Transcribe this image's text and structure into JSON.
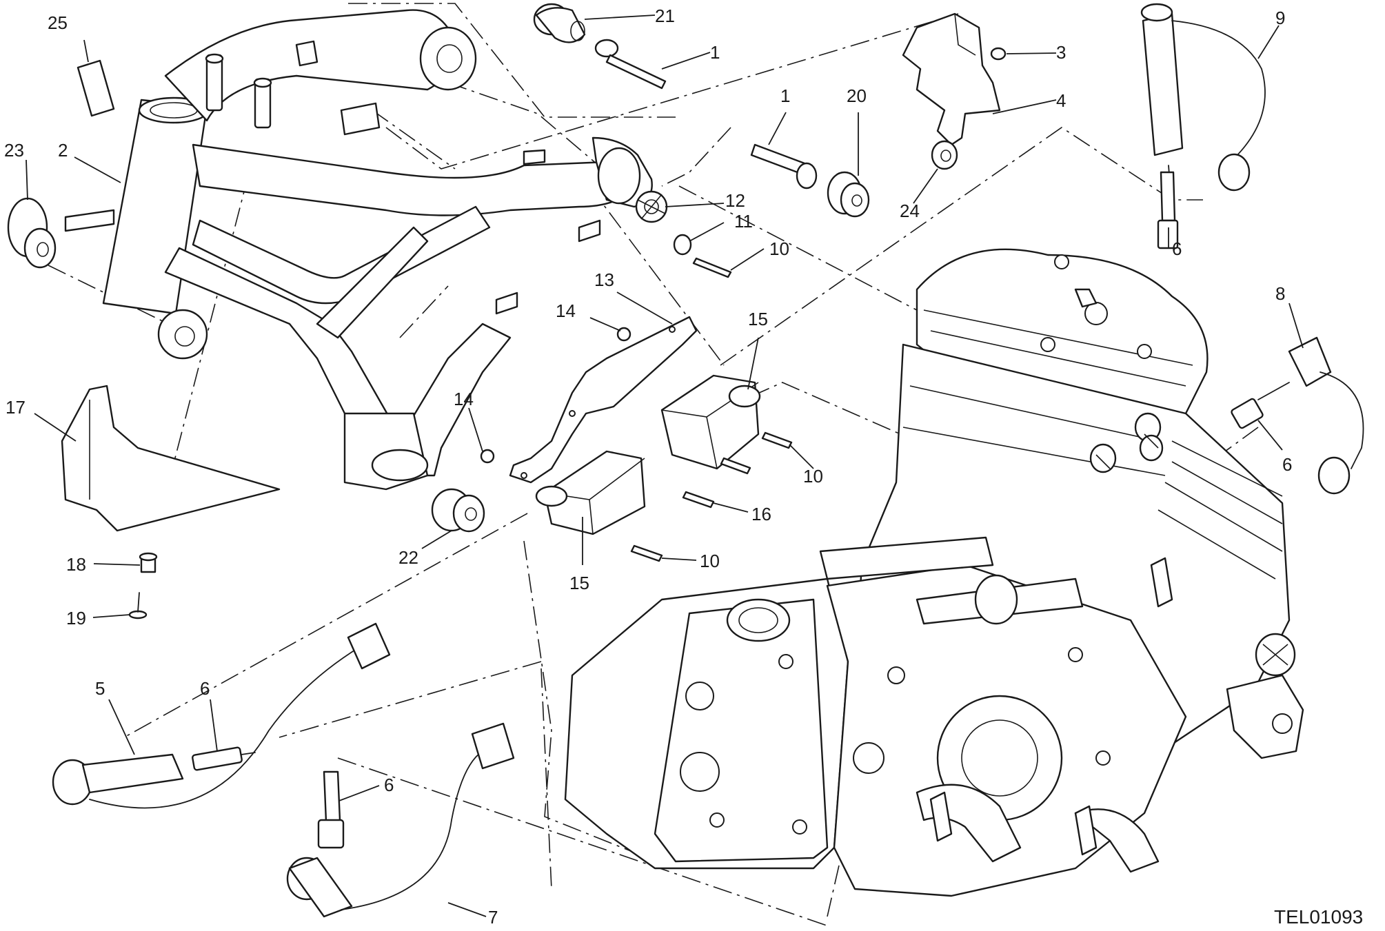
{
  "drawing_code": "TEL01093",
  "callouts": [
    {
      "label": "25"
    },
    {
      "label": "23"
    },
    {
      "label": "2"
    },
    {
      "label": "21"
    },
    {
      "label": "1"
    },
    {
      "label": "1"
    },
    {
      "label": "20"
    },
    {
      "label": "3"
    },
    {
      "label": "4"
    },
    {
      "label": "24"
    },
    {
      "label": "9"
    },
    {
      "label": "6"
    },
    {
      "label": "12"
    },
    {
      "label": "11"
    },
    {
      "label": "10"
    },
    {
      "label": "13"
    },
    {
      "label": "14"
    },
    {
      "label": "15"
    },
    {
      "label": "8"
    },
    {
      "label": "14"
    },
    {
      "label": "10"
    },
    {
      "label": "16"
    },
    {
      "label": "10"
    },
    {
      "label": "6"
    },
    {
      "label": "17"
    },
    {
      "label": "22"
    },
    {
      "label": "15"
    },
    {
      "label": "18"
    },
    {
      "label": "19"
    },
    {
      "label": "5"
    },
    {
      "label": "6"
    },
    {
      "label": "6"
    },
    {
      "label": "7"
    }
  ]
}
